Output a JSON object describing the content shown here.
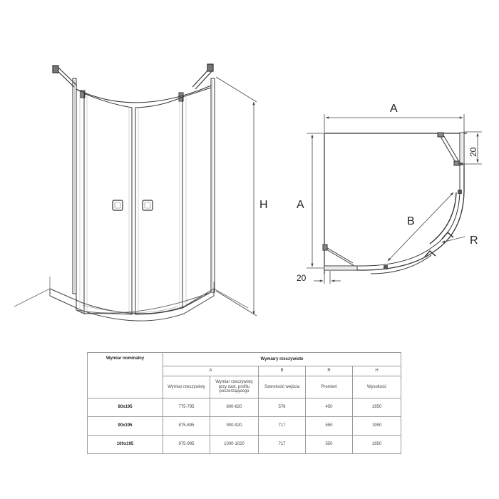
{
  "drawing": {
    "elevation": {
      "height_label": "H"
    },
    "plan": {
      "width_label": "A",
      "depth_label": "A",
      "diagonal_label": "B",
      "radius_label": "R",
      "offset_top_label": "20",
      "offset_left_label": "20"
    }
  },
  "table": {
    "nominal_header": "Wymiar nominalny",
    "actual_header": "Wymiary rzeczywiste",
    "group_labels": [
      "A",
      "B",
      "R",
      "H"
    ],
    "sub_headers": [
      "Wymiar rzeczywisty",
      "Wymiar rzeczywisty przy zast. profilu poszerzającego",
      "Szerokość wejścia",
      "Promień",
      "Wysokość"
    ],
    "rows": [
      {
        "nominal": "80x195",
        "a_actual": "775-795",
        "a_extended": "800-820",
        "b": "576",
        "r": "450",
        "h": "1950"
      },
      {
        "nominal": "90x195",
        "a_actual": "875-895",
        "a_extended": "900-920",
        "b": "717",
        "r": "550",
        "h": "1950"
      },
      {
        "nominal": "100x195",
        "a_actual": "975-995",
        "a_extended": "1000-1020",
        "b": "717",
        "r": "550",
        "h": "1950"
      }
    ]
  }
}
